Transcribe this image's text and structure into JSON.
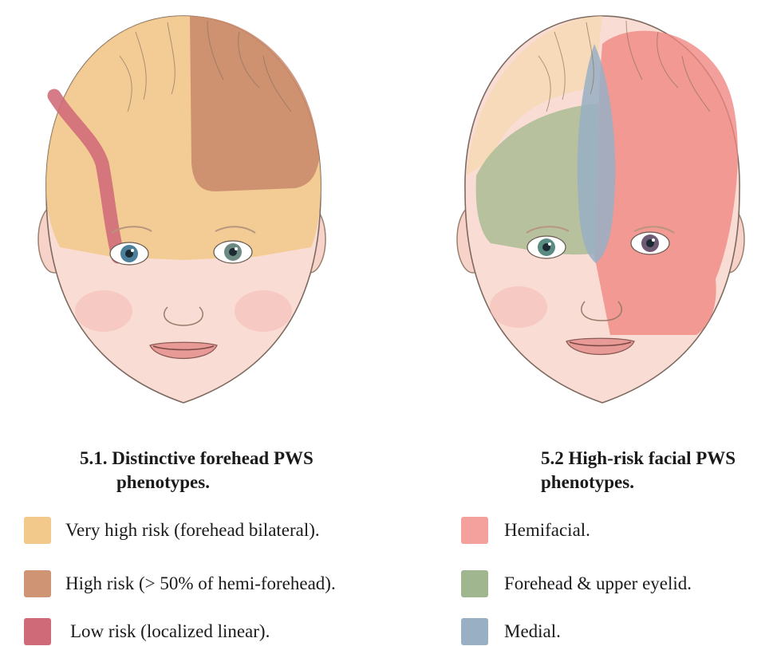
{
  "captions": {
    "left_line1": "5.1. Distinctive forehead PWS",
    "left_line2": "phenotypes.",
    "right_line1": "5.2 High-risk facial PWS",
    "right_line2": "phenotypes."
  },
  "legend_left": [
    {
      "label": "Very high risk (forehead bilateral).",
      "color": "#f2c98a"
    },
    {
      "label": "High risk (> 50% of hemi-forehead).",
      "color": "#cf9474"
    },
    {
      "label": "Low risk (localized linear).",
      "color": "#cf6a78"
    }
  ],
  "legend_right": [
    {
      "label": "Hemifacial.",
      "color": "#f4a09c"
    },
    {
      "label": "Forehead & upper eyelid.",
      "color": "#9fb68e"
    },
    {
      "label": "Medial.",
      "color": "#98afc4"
    }
  ],
  "colors": {
    "skin": "#f9ddd4",
    "hair": "#f3d9a8",
    "very_high": "#f2c98a",
    "high": "#c8876a",
    "low": "#cf6a78",
    "hemifacial": "#f4a09c",
    "forehead_eyelid": "#a8bb92",
    "medial": "#98afc4"
  }
}
